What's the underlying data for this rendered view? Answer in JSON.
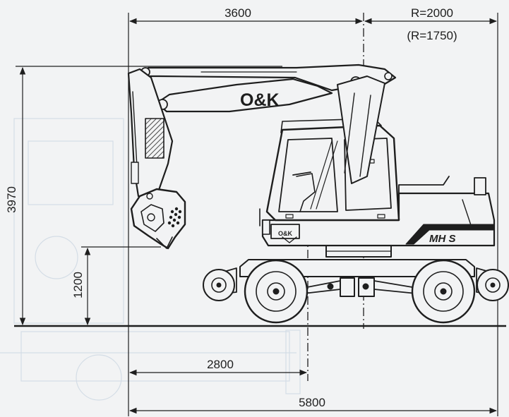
{
  "dimensions": {
    "width_reach": "3600",
    "radius": "R=2000",
    "radius_alt": "(R=1750)",
    "total_height": "3970",
    "bucket_height": "1200",
    "wheel_reach": "2800",
    "overall_length": "5800"
  },
  "branding": {
    "boom_logo": "O&K",
    "cab_logo": "O&K",
    "model": "MH S"
  },
  "colors": {
    "ink": "#1e1e1e",
    "paper": "#f2f3f4",
    "ghost": "#d4dde6"
  }
}
